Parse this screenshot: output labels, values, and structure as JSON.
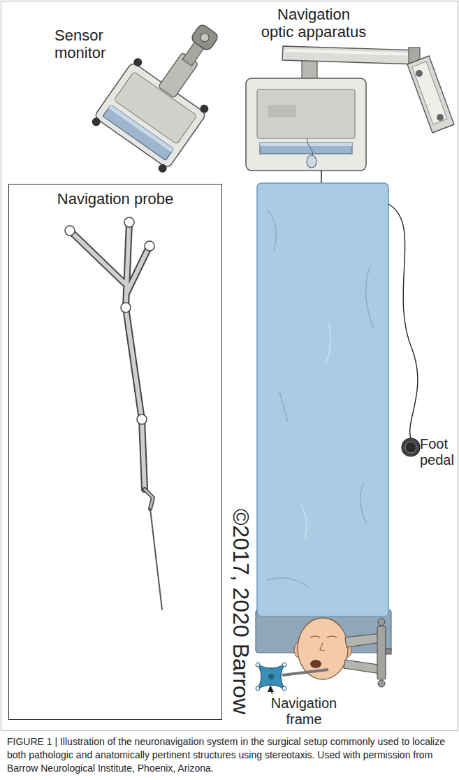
{
  "diagram": {
    "caption": "FIGURE 1 | Illustration of the neuronavigation system in the surgical setup commonly used to localize both pathologic and anatomically pertinent structures using stereotaxis. Used with permission from Barrow Neurological Institute, Phoenix, Arizona.",
    "nodes": [
      {
        "text": [
          "Navigation probe"
        ]
      }
    ],
    "labels": [
      "Sensor monitor",
      "Navigation optic apparatus",
      "©2017, 2020 Barrow",
      "Foot pedal",
      "Navigation frame"
    ]
  }
}
